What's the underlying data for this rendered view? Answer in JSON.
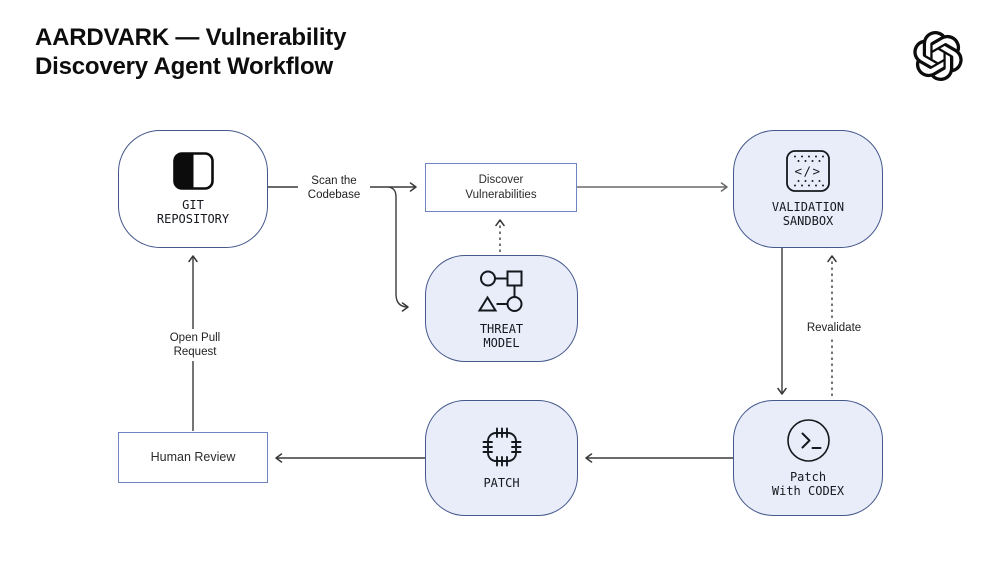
{
  "header": {
    "title_line1": "AARDVARK — Vulnerability",
    "title_line2": "Discovery Agent Workflow"
  },
  "nodes": {
    "git_repository": {
      "line1": "GIT",
      "line2": "REPOSITORY"
    },
    "discover": {
      "line1": "Discover",
      "line2": "Vulnerabilities"
    },
    "validation_sandbox": {
      "line1": "VALIDATION",
      "line2": "SANDBOX"
    },
    "threat_model": {
      "line1": "THREAT",
      "line2": "MODEL"
    },
    "patch_codex": {
      "line1": "Patch",
      "line2": "With CODEX"
    },
    "patch": {
      "line1": "PATCH"
    },
    "human_review": {
      "label": "Human Review"
    }
  },
  "edge_labels": {
    "scan_line1": "Scan the",
    "scan_line2": "Codebase",
    "open_pr_line1": "Open Pull",
    "open_pr_line2": "Request",
    "revalidate": "Revalidate"
  },
  "icons": {
    "sandbox_glyph": "</>"
  },
  "colors": {
    "node_border": "#45588c",
    "node_fill": "#e8edf9",
    "box_border": "#6d84c1",
    "arrow": "#3a3a3a",
    "text": "#15181d",
    "title_text": "#0d0d0d"
  }
}
